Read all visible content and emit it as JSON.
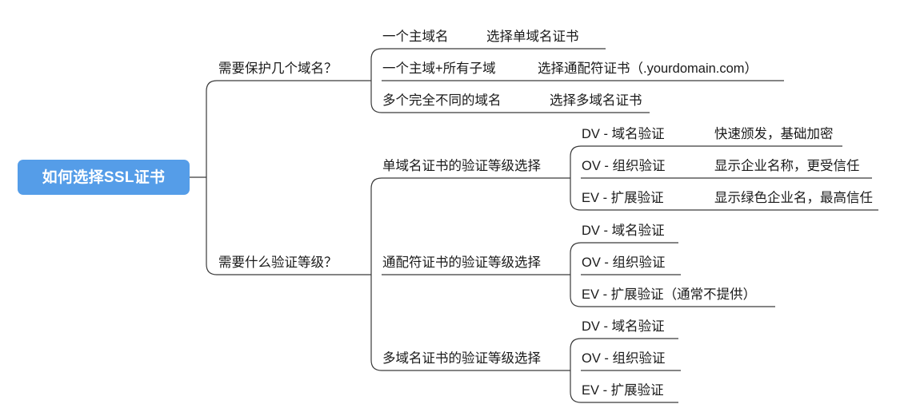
{
  "diagram": {
    "title": "如何选择SSL证书",
    "type": "mindmap",
    "accent_color": "#559DE8",
    "line_color": "#3a3a3a",
    "text_color": "#1a1a1a",
    "root": {
      "label": "如何选择SSL证书"
    },
    "branches": [
      {
        "label": "需要保护几个域名？",
        "children": [
          {
            "label": "一个主域名",
            "detail": "选择单域名证书"
          },
          {
            "label": "一个主域+所有子域",
            "detail": "选择通配符证书（.yourdomain.com）"
          },
          {
            "label": "多个完全不同的域名",
            "detail": "选择多域名证书"
          }
        ]
      },
      {
        "label": "需要什么验证等级？",
        "groups": [
          {
            "label": "单域名证书的验证等级选择",
            "children": [
              {
                "label": "DV - 域名验证",
                "detail": "快速颁发，基础加密"
              },
              {
                "label": "OV - 组织验证",
                "detail": "显示企业名称，更受信任"
              },
              {
                "label": "EV - 扩展验证",
                "detail": "显示绿色企业名，最高信任"
              }
            ]
          },
          {
            "label": "通配符证书的验证等级选择",
            "children": [
              {
                "label": "DV - 域名验证",
                "detail": ""
              },
              {
                "label": "OV - 组织验证",
                "detail": ""
              },
              {
                "label": "EV - 扩展验证（通常不提供）",
                "detail": ""
              }
            ]
          },
          {
            "label": "多域名证书的验证等级选择",
            "children": [
              {
                "label": "DV - 域名验证",
                "detail": ""
              },
              {
                "label": "OV - 组织验证",
                "detail": ""
              },
              {
                "label": "EV - 扩展验证",
                "detail": ""
              }
            ]
          }
        ]
      }
    ]
  }
}
